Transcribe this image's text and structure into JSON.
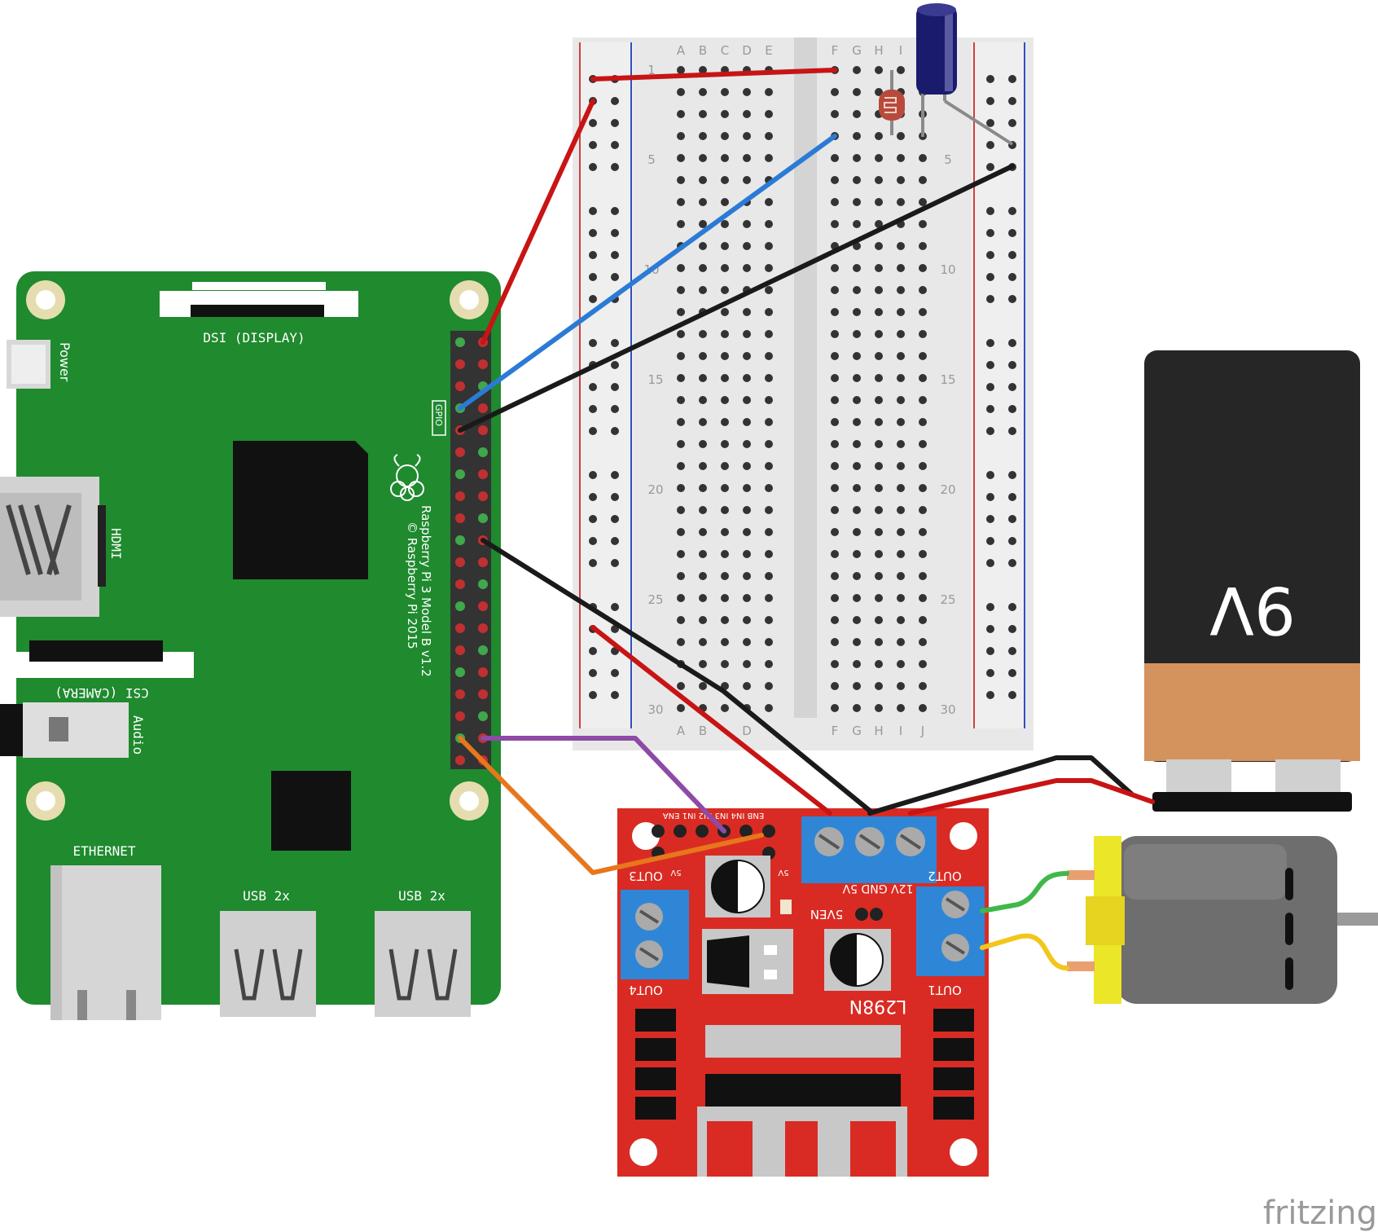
{
  "colors": {
    "pi_board": "#1f8a2e",
    "driver_board": "#d92b23",
    "terminal_blue": "#2f86d6",
    "battery_body": "#262626",
    "battery_band": "#d4925c",
    "motor_cap": "#ece629",
    "motor_body": "#6e6e6e",
    "wire_red": "#c81414",
    "wire_black": "#1a1a1a",
    "wire_blue": "#2b7bd6",
    "wire_purple": "#8e4aa6",
    "wire_orange": "#e8761c",
    "wire_green": "#3fb84a",
    "wire_yellow": "#f2c61a",
    "wire_gray": "#8a8a8a"
  },
  "breadboard": {
    "columns_left": [
      "A",
      "B",
      "C",
      "D",
      "E"
    ],
    "columns_right": [
      "F",
      "G",
      "H",
      "I",
      "J"
    ],
    "row_labels": [
      "1",
      "5",
      "10",
      "15",
      "20",
      "25",
      "30"
    ]
  },
  "pi": {
    "dsi_label": "DSI (DISPLAY)",
    "power_label": "Power",
    "gpio_label": "GPIO",
    "hdmi_label": "HDMI",
    "csi_label": "CSI (CAMERA)",
    "audio_label": "Audio",
    "ethernet_label": "ETHERNET",
    "usb_label_1": "USB 2x",
    "usb_label_2": "USB 2x",
    "model_line1": "Raspberry Pi 3 Model B v1.2",
    "model_line2": "© Raspberry Pi 2015"
  },
  "driver": {
    "chip": "L298N",
    "header_labels": "ENB IN4 IN3 IN2 IN1 ENA",
    "out1": "OUT1",
    "out2": "OUT2",
    "out3": "OUT3",
    "out4": "OUT4",
    "power_labels": "12V GND 5V",
    "sven": "5VEN",
    "five_v_a": "5V",
    "five_v_b": "5V"
  },
  "battery": {
    "label": "9V"
  },
  "watermark": "fritzing"
}
